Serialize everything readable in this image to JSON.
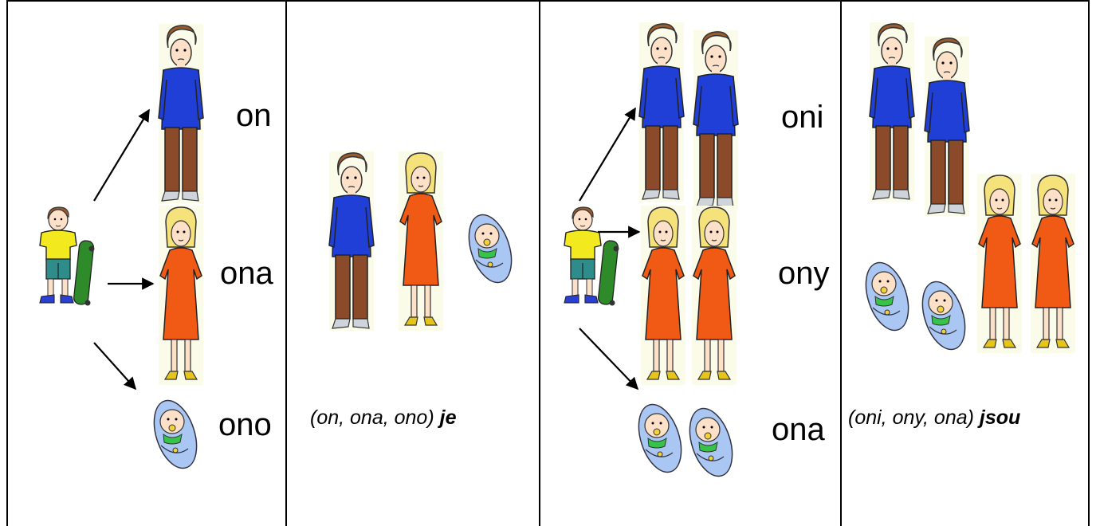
{
  "panels": [
    {
      "labels": [
        "on",
        "ona",
        "ono"
      ]
    },
    {
      "caption_pronouns": "(on, ona, ono)",
      "caption_verb": "je"
    },
    {
      "labels": [
        "oni",
        "ony",
        "ona"
      ]
    },
    {
      "caption_pronouns": "(oni, ony, ona)",
      "caption_verb": "jsou"
    }
  ],
  "colors": {
    "man_sweater": "#1f3fd6",
    "man_trousers": "#8b4a2a",
    "woman_dress": "#f05a14",
    "woman_hair": "#f6e27a",
    "boy_shirt": "#f2ea1e",
    "boy_shorts": "#2e8c8a",
    "skateboard": "#2f8a2a",
    "baby_blanket": "#a9c7f2",
    "baby_bib": "#37c24a",
    "hair_brown": "#9a5a2e"
  },
  "icons": [
    "man-icon",
    "woman-icon",
    "baby-icon",
    "boy-with-skateboard-icon",
    "arrow-icon"
  ]
}
